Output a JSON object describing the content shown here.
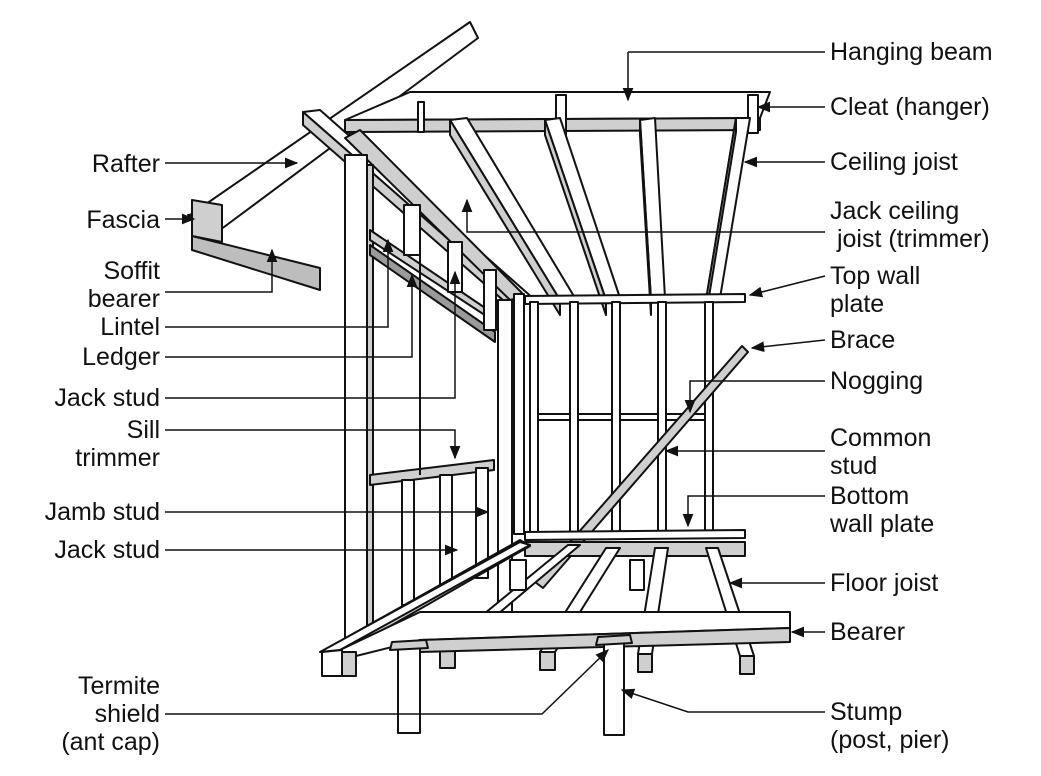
{
  "left_labels": [
    {
      "id": "rafter",
      "text": "Rafter"
    },
    {
      "id": "fascia",
      "text": "Fascia"
    },
    {
      "id": "soffit-bearer",
      "text": "Soffit\nbearer"
    },
    {
      "id": "lintel",
      "text": "Lintel"
    },
    {
      "id": "ledger",
      "text": "Ledger"
    },
    {
      "id": "jack-stud-upper",
      "text": "Jack stud"
    },
    {
      "id": "sill-trimmer",
      "text": "Sill\ntrimmer"
    },
    {
      "id": "jamb-stud",
      "text": "Jamb stud"
    },
    {
      "id": "jack-stud-lower",
      "text": "Jack stud"
    },
    {
      "id": "termite-shield",
      "text": "Termite\nshield\n(ant cap)"
    }
  ],
  "right_labels": [
    {
      "id": "hanging-beam",
      "text": "Hanging beam"
    },
    {
      "id": "cleat",
      "text": "Cleat (hanger)"
    },
    {
      "id": "ceiling-joist",
      "text": "Ceiling joist"
    },
    {
      "id": "jack-ceiling-joist",
      "text": "Jack ceiling\n joist (trimmer)"
    },
    {
      "id": "top-wall-plate",
      "text": "Top wall\nplate"
    },
    {
      "id": "brace",
      "text": "Brace"
    },
    {
      "id": "nogging",
      "text": "Nogging"
    },
    {
      "id": "common-stud",
      "text": "Common\nstud"
    },
    {
      "id": "bottom-wall-plate",
      "text": "Bottom\nwall plate"
    },
    {
      "id": "floor-joist",
      "text": "Floor joist"
    },
    {
      "id": "bearer",
      "text": "Bearer"
    },
    {
      "id": "stump",
      "text": "Stump\n(post, pier)"
    }
  ],
  "colors": {
    "line": "#111111",
    "timber": "#ffffff",
    "shade": "#cfcfcf",
    "dark": "#9a9a9a"
  }
}
